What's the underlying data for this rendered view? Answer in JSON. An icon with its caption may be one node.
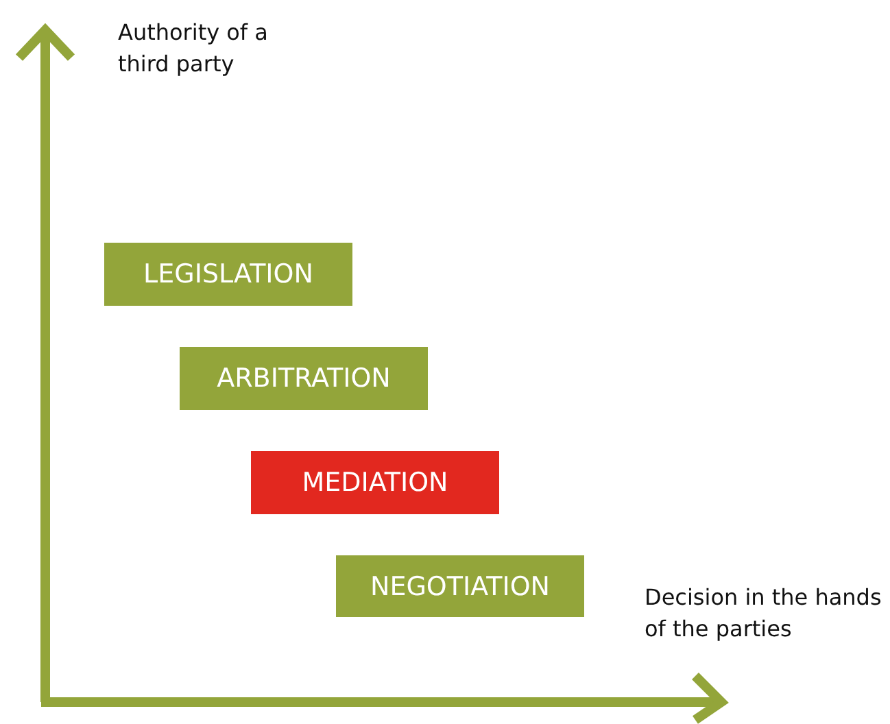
{
  "diagram": {
    "nodes": [
      {
        "text": [
          "LEGISLATION"
        ]
      },
      {
        "text": [
          "ARBITRATION"
        ]
      },
      {
        "text": [
          "MEDIATION"
        ]
      },
      {
        "text": [
          "NEGOTIATION"
        ]
      }
    ],
    "labels": [
      "Authority of a third party",
      "Decision in the hands of the parties"
    ]
  }
}
